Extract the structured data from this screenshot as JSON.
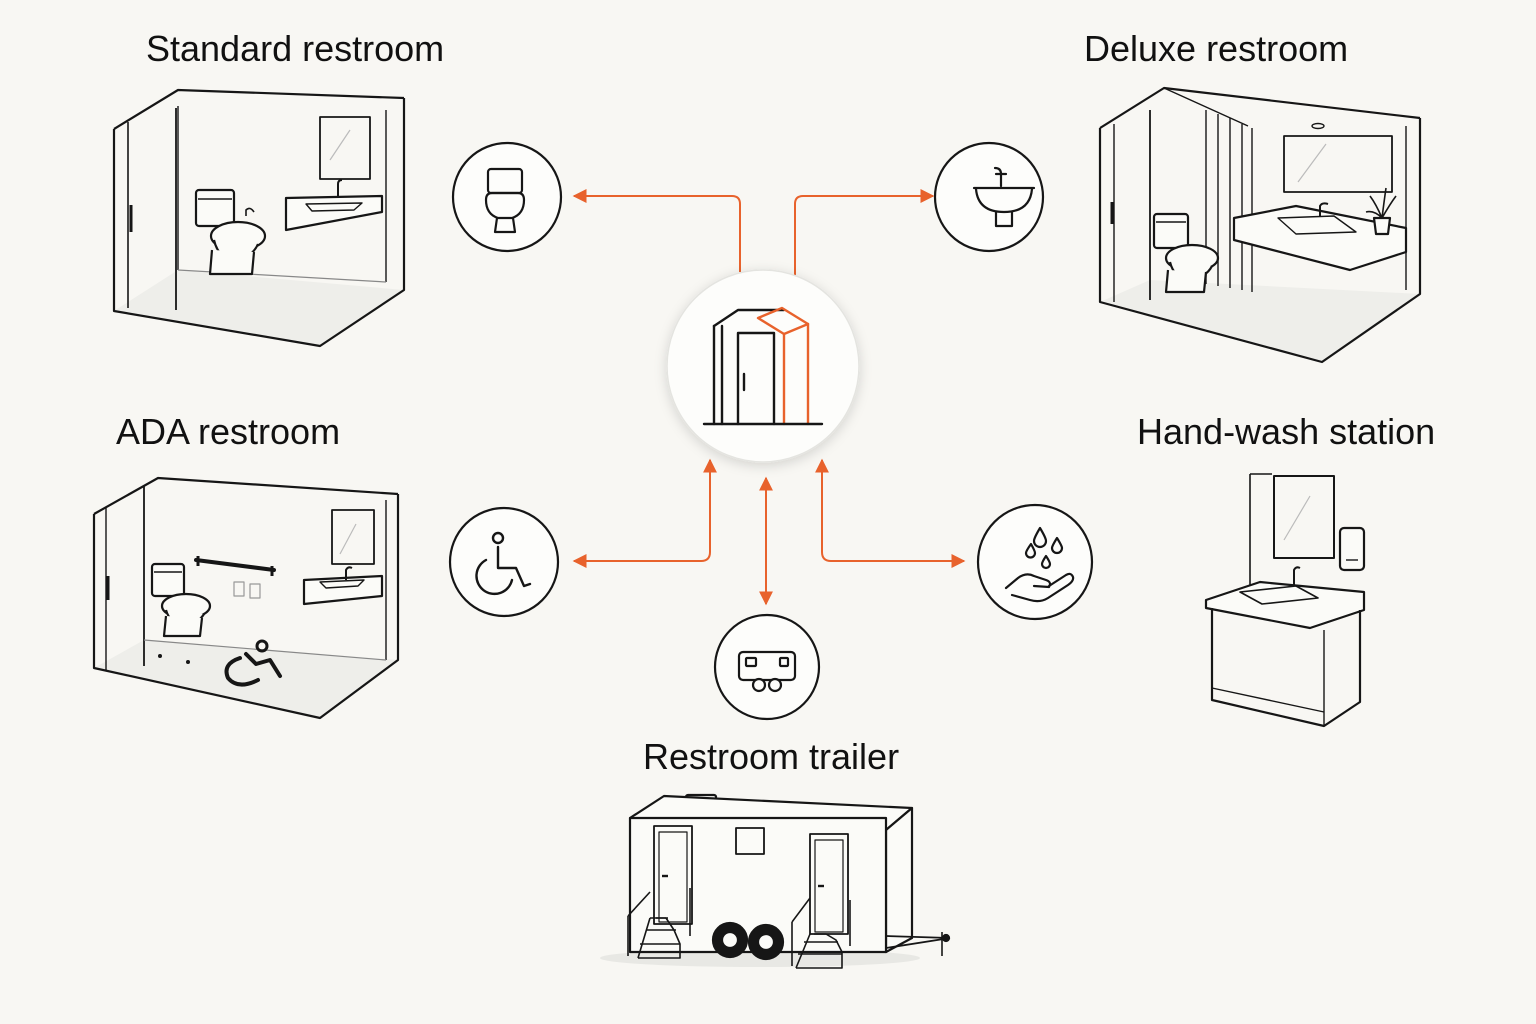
{
  "nodes": [
    {
      "id": "standard",
      "label": "Standard restroom",
      "icon": "toilet-icon"
    },
    {
      "id": "deluxe",
      "label": "Deluxe restroom",
      "icon": "sink-icon"
    },
    {
      "id": "ada",
      "label": "ADA restroom",
      "icon": "wheelchair-icon"
    },
    {
      "id": "handwash",
      "label": "Hand-wash station",
      "icon": "hand-water-drops-icon"
    },
    {
      "id": "trailer",
      "label": "Restroom trailer",
      "icon": "trailer-icon"
    }
  ],
  "center": {
    "icon": "portable-toilet-icon"
  },
  "colors": {
    "accent": "#e8622c",
    "ink": "#161616",
    "background": "#f8f7f3",
    "floor": "#eeeeea"
  }
}
